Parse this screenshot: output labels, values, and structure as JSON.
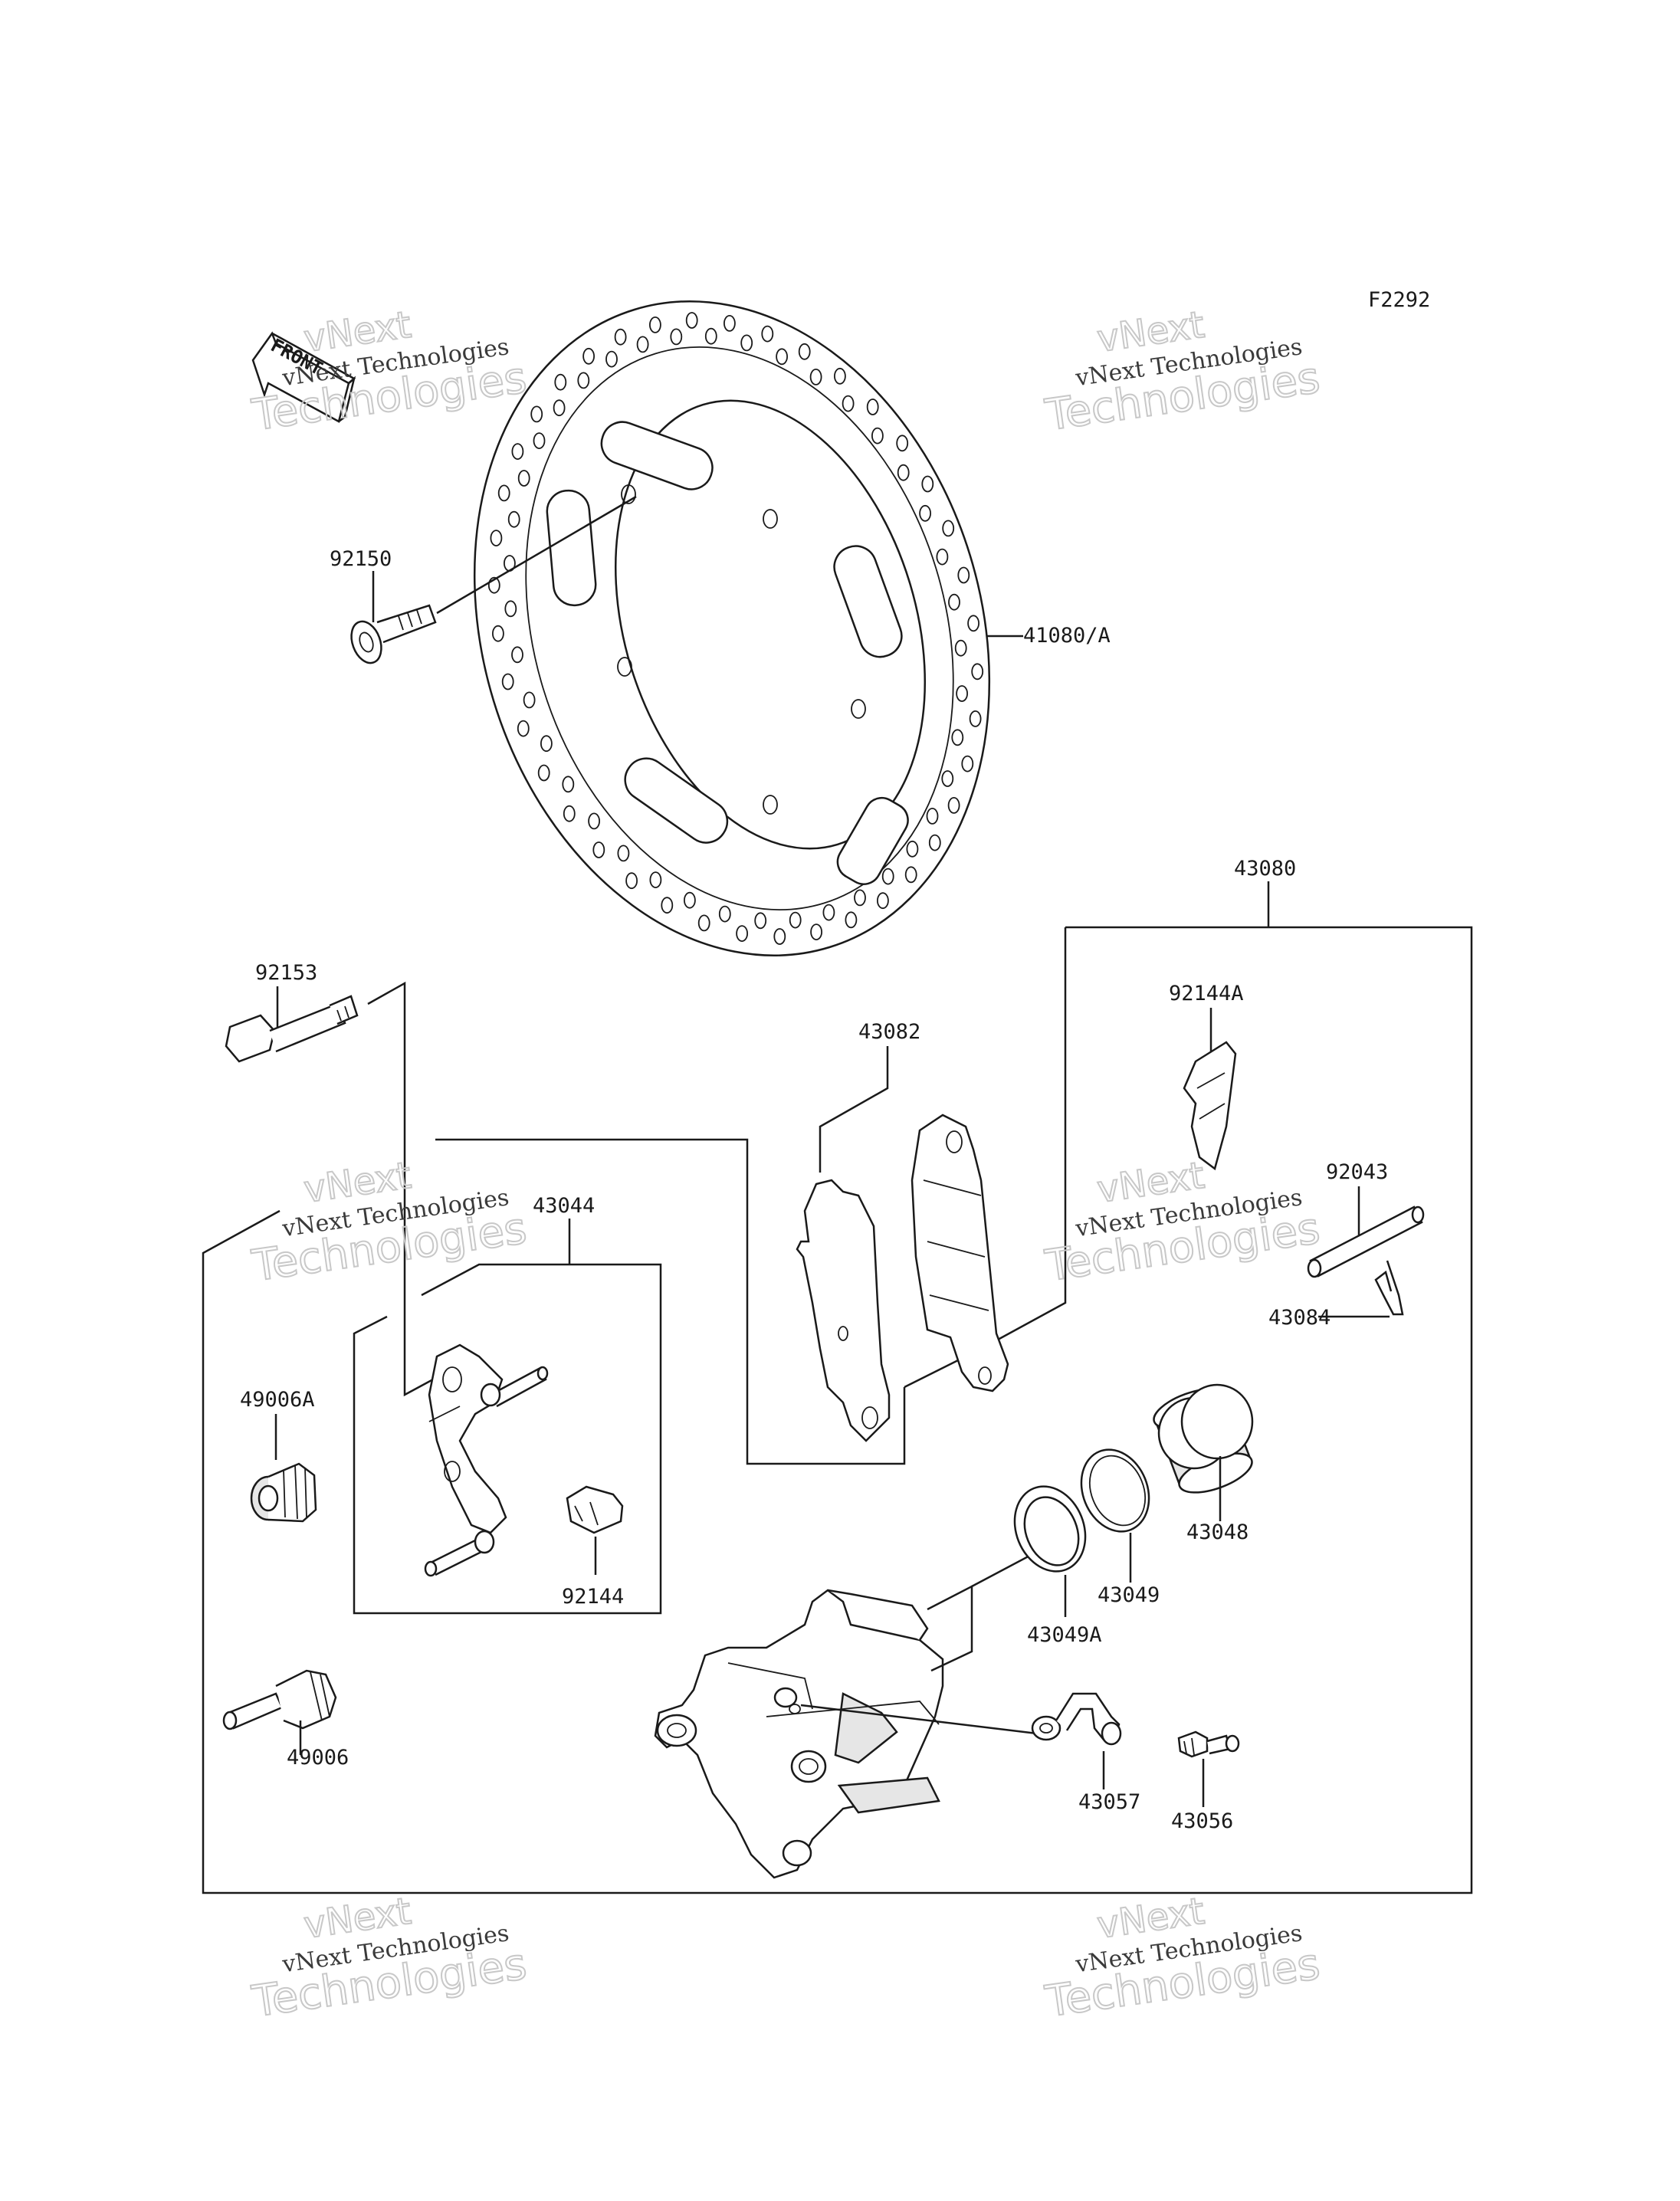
{
  "figure_code": "F2292",
  "direction_tag": "FRONT",
  "watermark": {
    "line1": "vNext",
    "line2": "vNext Technologies",
    "line3": "Technologies"
  },
  "part_labels": {
    "disc": "41080/A",
    "disc_bolt": "92150",
    "caliper_bolt": "92153",
    "caliper_assy": "43080",
    "pad_set": "43082",
    "pad_spring": "92144A",
    "pad_pin": "92043",
    "pin_clip": "43084",
    "bracket_assy": "43044",
    "bracket_spring": "92144",
    "boot_a": "49006A",
    "slide_pin": "49006",
    "piston": "43048",
    "seal_piston": "43049",
    "seal_dust": "43049A",
    "bleed_cap": "43057",
    "bleed_valve": "43056"
  }
}
